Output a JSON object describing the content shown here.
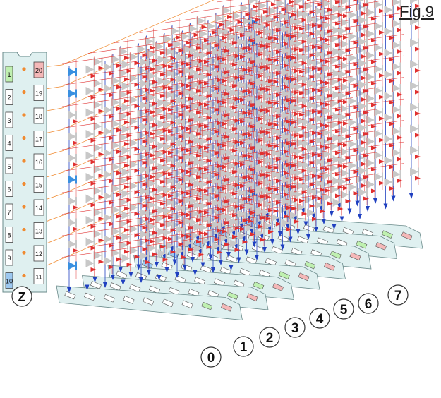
{
  "figure": {
    "title": "Fig.9"
  },
  "z_strip": {
    "label": "Z",
    "left_numbers": [
      "1",
      "2",
      "3",
      "4",
      "5",
      "6",
      "7",
      "8",
      "9",
      "10"
    ],
    "right_numbers": [
      "20",
      "19",
      "18",
      "17",
      "16",
      "15",
      "14",
      "13",
      "12",
      "11"
    ],
    "highlight_left": "1",
    "highlight_right": "20"
  },
  "layer_labels": [
    "0",
    "1",
    "2",
    "3",
    "4",
    "5",
    "6",
    "7"
  ],
  "colors": {
    "red_wire": "#e03030",
    "blue_wire": "#2040c0",
    "orange_link": "#f08a30",
    "panel_fill": "#dff0f0",
    "panel_stroke": "#6a8a8a",
    "led_blue": "#3a90e0",
    "arrow_gray": "#c8c8c8",
    "pad_green": "#bff0b0",
    "pad_pink": "#f4b8b8",
    "pad_blue": "#9cc8f0"
  }
}
